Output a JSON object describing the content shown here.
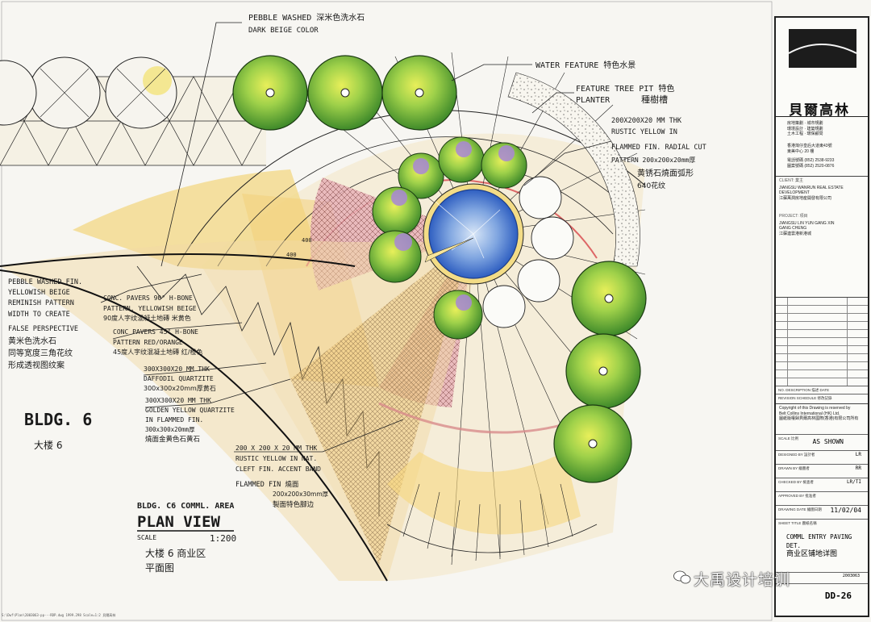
{
  "annotations": {
    "pebble_washed": "PEBBLE WASHED 深米色洗水石",
    "pebble_washed_2": "DARK BEIGE COLOR",
    "water_feature": "WATER FEATURE 特色水景",
    "tree_pit_1": "FEATURE TREE PIT 特色",
    "tree_pit_2": "PLANTER",
    "tree_pit_3": "種樹槽",
    "rustic_1": "200X200X20 MM THK",
    "rustic_2": "RUSTIC YELLOW IN",
    "rustic_3": "FLAMMED FIN. RADIAL CUT",
    "rustic_4": "PATTERN 200x200x20mm厚",
    "rustic_5": "黄锈石燒面弧形",
    "rustic_6": "640花纹",
    "left_1": "PEBBLE WASHED FIN.",
    "left_2": "YELLOWISH BEIGE",
    "left_3": "REMINISH PATTERN",
    "left_4": "WIDTH TO CREATE",
    "left_5": "FALSE PERSPECTIVE",
    "left_6": "黄米色洗水石",
    "left_7": "同等宽度三角花纹",
    "left_8": "形成透视图纹案",
    "conc90_1": "CONC. PAVERS 90° H-BONE",
    "conc90_2": "PATTERN, YELLOWISH BEIGE",
    "conc90_3": "90度人字纹混凝土地磚 米黄色",
    "conc45_1": "CONC PAVERS 45° H-BONE",
    "conc45_2": "PATTERN RED/ORANGE",
    "conc45_3": "45度人字纹混凝土地磚 红/橙色",
    "daff_1": "300X300X20 MM THK",
    "daff_2": "DAFFODIL QUARTZITE",
    "daff_3": "300x300x20mm厚黄石",
    "gold_1": "300X300X20 MM THK",
    "gold_2": "GOLDEN YELLOW QUARTZITE",
    "gold_3": "IN FLAMMED FIN.",
    "gold_4": "300x300x20mm厚",
    "gold_5": "燒面金黄色石黄石",
    "band_1": "200 X 200 X 20 MM THK",
    "band_2": "RUSTIC YELLOW IN NAT.",
    "band_3": "CLEFT FIN. ACCENT BAND",
    "band_4": "FLAMMED FIN 燒面",
    "band_5": "200x200x30mm厚",
    "band_6": "製面特色腳边",
    "dim_1": "400",
    "dim_2": "400",
    "bldg": "BLDG. 6",
    "bldg_zh": "大楼 6",
    "plan_sub": "BLDG. C6 COMML. AREA",
    "plan_title": "PLAN VIEW",
    "scale_label": "SCALE",
    "scale_value": "1:200",
    "plan_zh_1": "大楼 6 商业区",
    "plan_zh_2": "平面图"
  },
  "title_block": {
    "brand_zh": "貝爾高林",
    "services": [
      "房地策劃 · 城市規劃",
      "環境設計 · 建築規劃",
      "土木工程 · 環保顧問"
    ],
    "address": [
      "香港灣仔皇后大道東43號",
      "東美中心 20 樓"
    ],
    "phones": [
      "電話號碼 (852) 2538-9233",
      "圖案號碼 (852) 2520-0876"
    ],
    "client_label": "CLIENT: 業主",
    "client": [
      "JIANGSU WANRUN REAL ESTATE",
      "DEVELOPMENT",
      "江蘇萬潤房地産開發有限公司"
    ],
    "project_label": "PROJECT: 項目",
    "project": [
      "JIANGSU LIN YUN GANG XIN",
      "GANG CHENG",
      "江蘇連雲港新港城"
    ],
    "revision_header": "NO.   DESCRIPTION 描述   DATE",
    "revision_header2": "REVISION SCHEDULE 修改記錄",
    "copyright": [
      "Copyright of this Drawing is reserved by",
      "Belt Collins International (HK) Ltd.",
      "圖紙版權歸貝爾高林國際(香港)有限公司所有"
    ],
    "scale_label": "SCALE 比例",
    "scale_value": "AS SHOWN",
    "designed_label": "DESIGNED BY  設計者",
    "designed_value": "LR",
    "drawn_label": "DRAWN BY  繪圖者",
    "drawn_value": "RR",
    "checked_label": "CHECKED BY  檢查者",
    "checked_value": "LR/TI",
    "approved_label": "APPROVED BY  批准者",
    "approved_value": "",
    "date_label": "DRAWING DATE  繪圖日期",
    "date_value": "11/02/04",
    "sheet_title_label": "SHEET TITLE  圖紙名稱",
    "sheet_title": [
      "COMML ENTRY PAVING",
      "DET.",
      "商业区铺地详图"
    ],
    "job_no": "2003063",
    "drawing_no": "DD-26"
  },
  "watermark": "大禹设计培训",
  "footer": "S:\\Dwf\\Plan\\2003063-pp---RDP.dwg  1999.298  Scale=1:2  貝爾高林"
}
